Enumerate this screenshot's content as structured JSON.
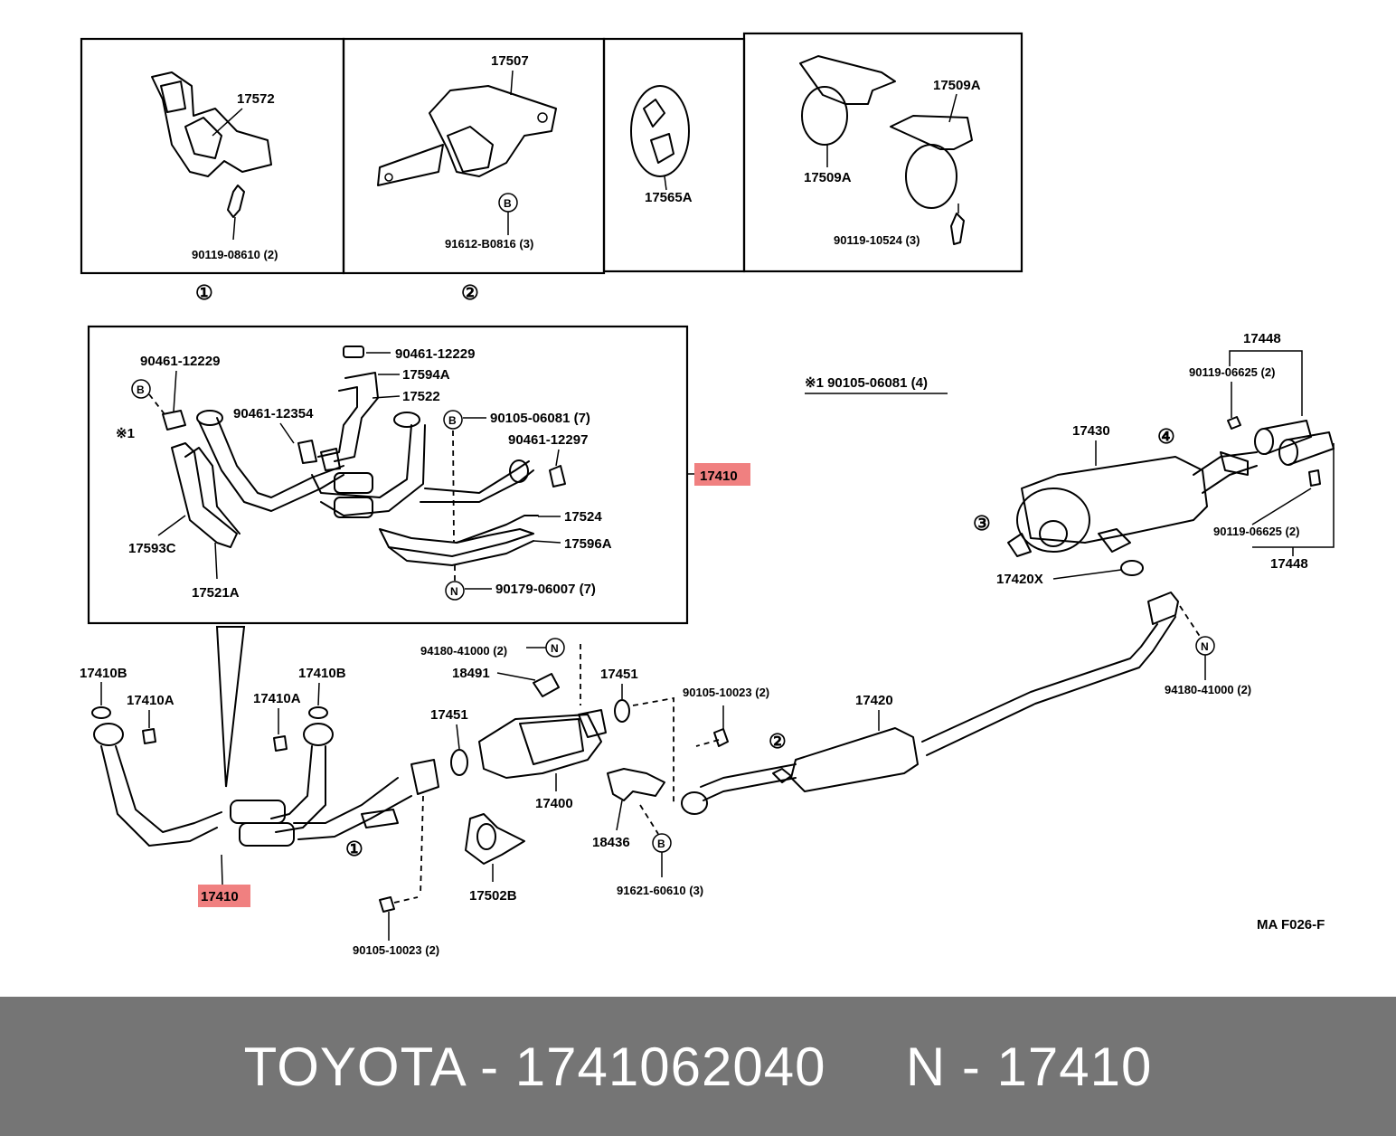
{
  "diagram": {
    "top_row": {
      "panel_1": {
        "part": "17572",
        "bolt": "90119-08610 (2)",
        "marker": "①"
      },
      "panel_2": {
        "part": "17507",
        "bolt": "91612-B0816 (3)",
        "clip": "B",
        "marker": "②"
      },
      "panel_3": {
        "part": "17565A"
      },
      "panel_4": {
        "upper_part": "17509A",
        "lower_part": "17509A",
        "bolt": "90119-10524 (3)"
      }
    },
    "detail_box": {
      "clamp_1": "90461-12229",
      "clamp_2": "90461-12229",
      "part_17594a": "17594A",
      "part_17522": "17522",
      "clamp_3": "90461-12354",
      "bolt_b": "90105-06081 (7)",
      "clamp_4": "90461-12297",
      "part_17524": "17524",
      "part_17596a": "17596A",
      "nut_n": "90179-06007 (7)",
      "part_17593c": "17593C",
      "part_17521a": "17521A",
      "marker_b": "B",
      "marker_n": "N",
      "asterisk": "※1"
    },
    "callout_17410": "17410",
    "note": "※1 90105-06081 (4)",
    "rear": {
      "group_17448_top": "17448",
      "bolt_top": "90119-06625 (2)",
      "muffler": "17430",
      "marker_4": "④",
      "marker_3": "③",
      "gasket": "17420X",
      "bolt_bottom": "90119-06625 (2)",
      "group_17448_bottom": "17448",
      "pipe": "17420",
      "nut_right": "94180-41000 (2)",
      "marker_n": "N",
      "marker_2": "②"
    },
    "front": {
      "gasket_l": "17410B",
      "gasket_r": "17410B",
      "stud_l": "17410A",
      "stud_r": "17410A",
      "marker_1": "①",
      "gasket_1": "17451",
      "gasket_2": "17451",
      "nut_top": "94180-41000 (2)",
      "marker_n": "N",
      "bracket": "18491",
      "converter": "17400",
      "bolt_flange": "90105-10023 (2)",
      "bracket_18436": "18436",
      "marker_b": "B",
      "bolt_b": "91621-60610 (3)",
      "hanger": "17502B",
      "bolt_bottom": "90105-10023 (2)",
      "diagram_code": "MA  F026-F"
    }
  },
  "footer": {
    "title": "TOYOTA - 1741062040     N - 17410"
  },
  "colors": {
    "highlight": "#f08080",
    "footer_bg": "#757575",
    "footer_text": "#ffffff"
  }
}
